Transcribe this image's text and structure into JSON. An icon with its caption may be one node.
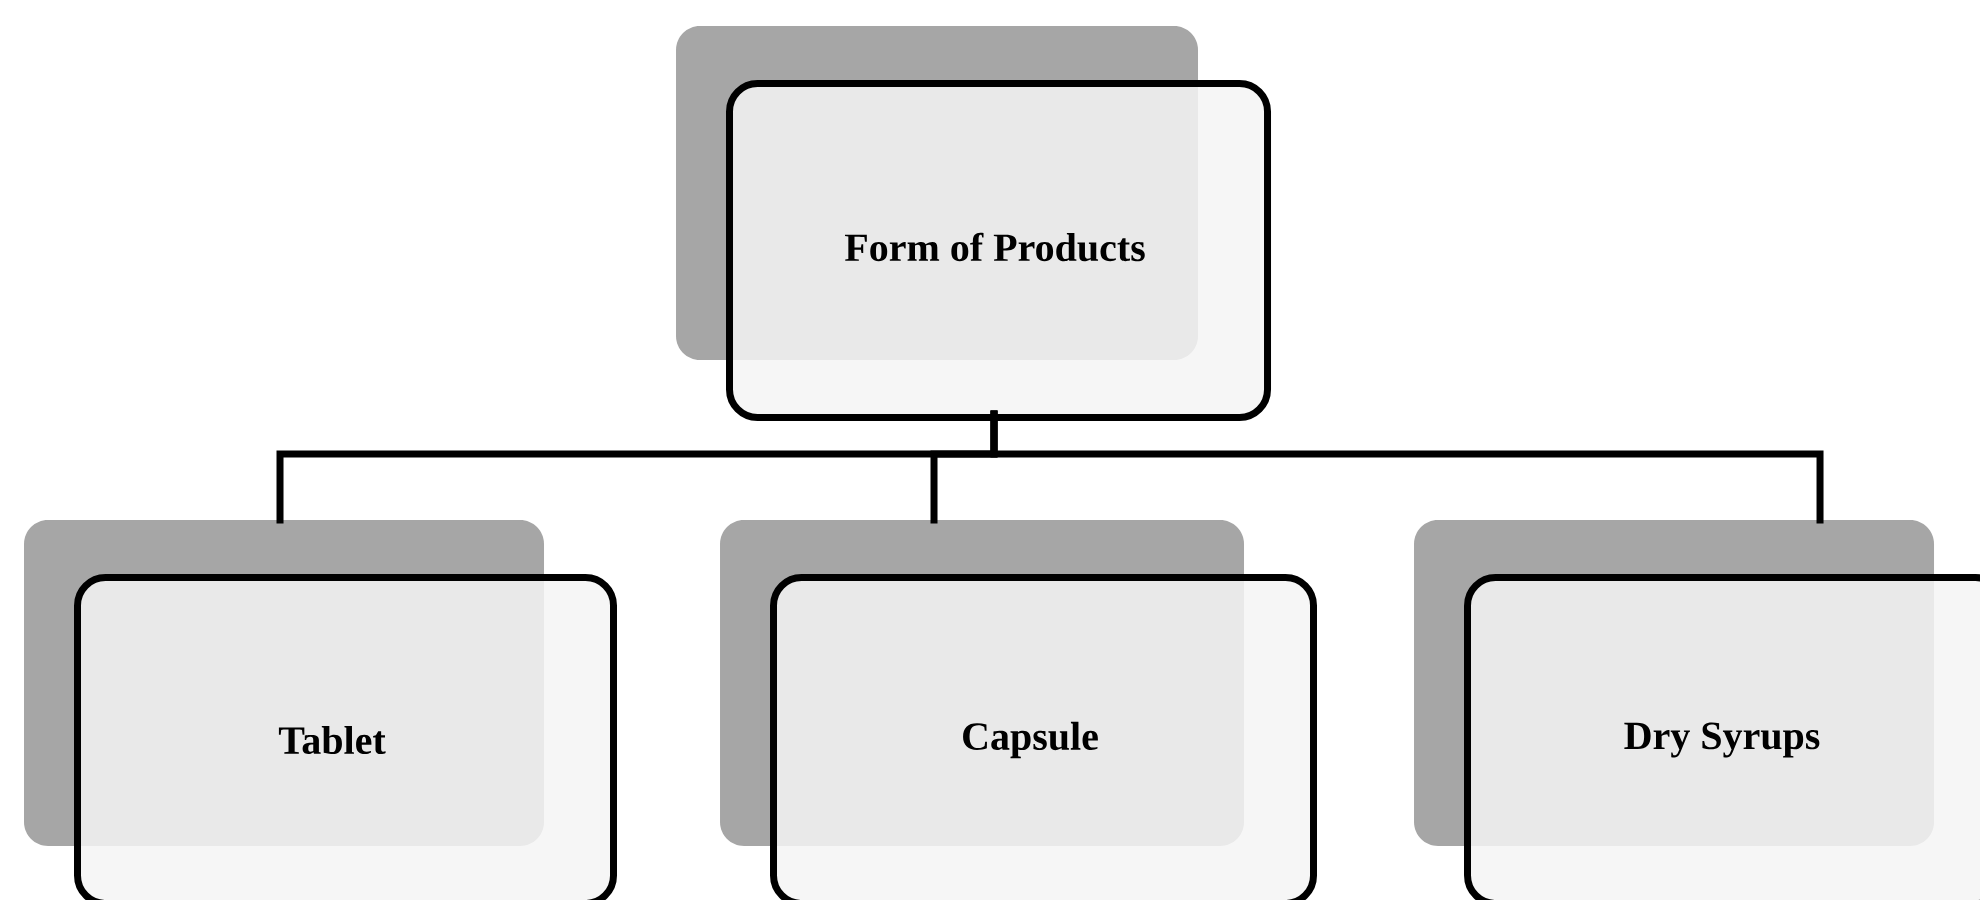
{
  "diagram": {
    "nodes": [
      {
        "text": [
          "Form of Products"
        ]
      },
      {
        "text": [
          "Tablet"
        ]
      },
      {
        "text": [
          "Capsule"
        ]
      },
      {
        "text": [
          "Dry Syrups"
        ]
      }
    ],
    "edges": [
      {
        "from": 0,
        "to": 1,
        "arrow": "none"
      },
      {
        "from": 0,
        "to": 2,
        "arrow": "none"
      },
      {
        "from": 0,
        "to": 3,
        "arrow": "none"
      }
    ]
  }
}
